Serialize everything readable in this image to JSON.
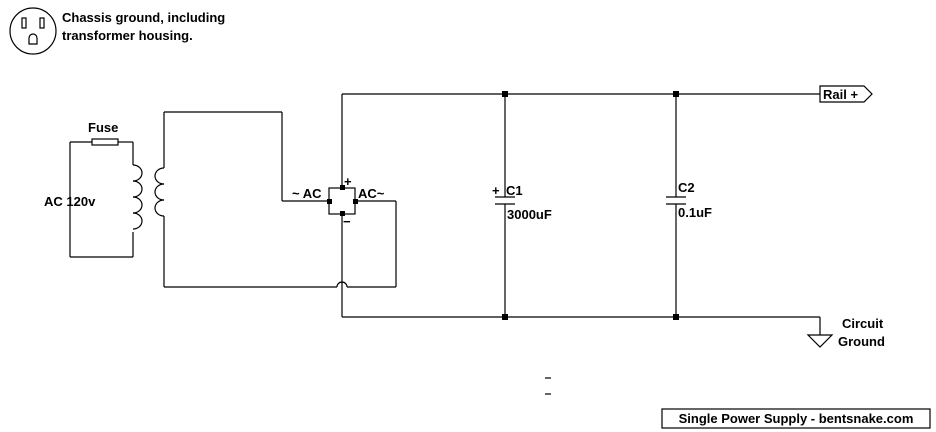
{
  "chassis_note": {
    "line1": "Chassis ground, including",
    "line2": "transformer housing."
  },
  "fuse_label": "Fuse",
  "ac_source_label": "AC 120v",
  "bridge": {
    "ac_left_label": "~ AC",
    "ac_right_label": "AC~",
    "plus_label": "+",
    "minus_label": "−"
  },
  "capacitors": [
    {
      "ref": "C1",
      "value": "3000uF",
      "polarity": "+"
    },
    {
      "ref": "C2",
      "value": "0.1uF"
    }
  ],
  "rail_label": "Rail +",
  "ground_label": {
    "line1": "Circuit",
    "line2": "Ground"
  },
  "footer_title": "Single Power Supply - bentsnake.com"
}
